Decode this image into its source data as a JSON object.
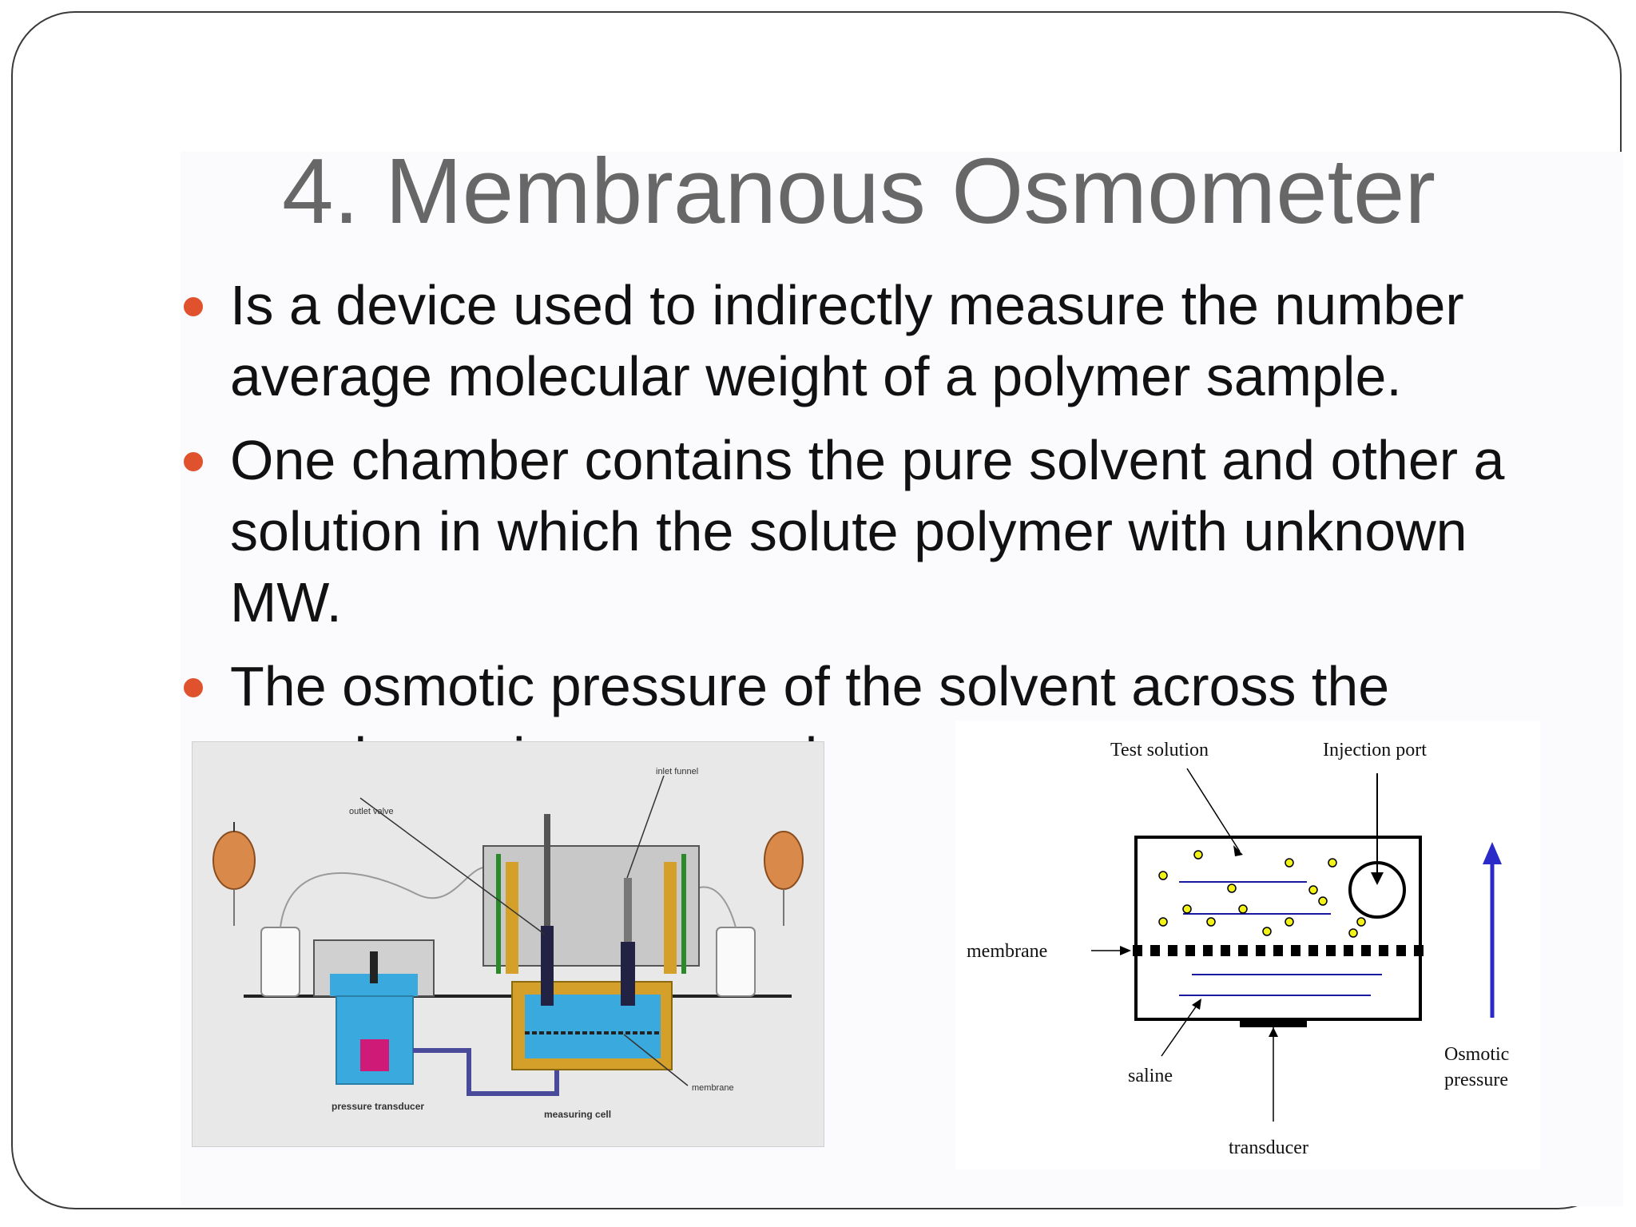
{
  "slide": {
    "title": "4. Membranous Osmometer",
    "bullets": [
      "Is a device used to indirectly measure the number average molecular weight of a polymer sample.",
      "One chamber contains the pure solvent and other a solution in which the solute polymer with unknown MW.",
      "The osmotic pressure of the solvent across the membrane is measured"
    ],
    "bullet_color": "#e0522d"
  },
  "figure_left": {
    "labels": {
      "inlet_funnel": "inlet funnel",
      "outlet_valve": "outlet valve",
      "pressure_transducer": "pressure transducer",
      "measuring_cell": "measuring cell",
      "membrane": "membrane"
    }
  },
  "figure_right": {
    "labels": {
      "test_solution": "Test solution",
      "injection_port": "Injection  port",
      "membrane": "membrane",
      "saline": "saline",
      "transducer": "transducer",
      "osmotic_pressure": "Osmotic pressure"
    }
  }
}
